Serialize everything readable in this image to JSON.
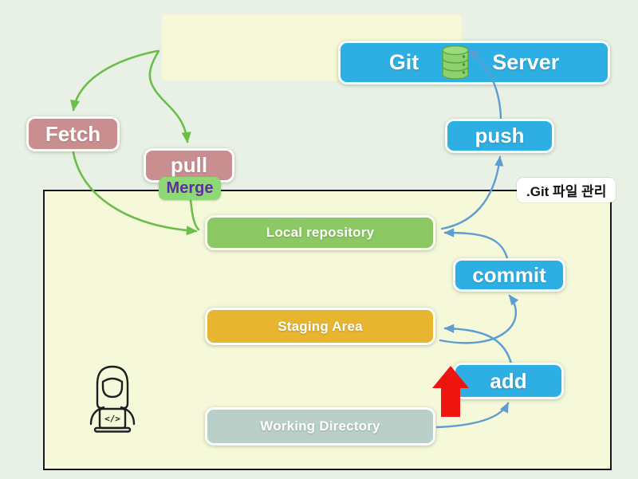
{
  "diagram": {
    "git_server": {
      "git": "Git",
      "server": "Server"
    },
    "nodes": {
      "fetch": "Fetch",
      "pull": "pull",
      "merge": "Merge",
      "push": "push",
      "local_repository": "Local repository",
      "commit": "commit",
      "staging_area": "Staging Area",
      "add": "add",
      "working_directory": "Working Directory"
    },
    "labels": {
      "git_file_management": ".Git 파일 관리"
    },
    "icons": {
      "database": "database-icon",
      "developer": "developer-at-laptop-icon",
      "code_glyph": "</>",
      "red_up_arrow": "red-up-arrow-icon"
    },
    "edges": [
      {
        "from": "Git Server",
        "to": "Fetch",
        "color": "green"
      },
      {
        "from": "Git Server",
        "to": "pull",
        "color": "green"
      },
      {
        "from": "Fetch",
        "to": "Local repository",
        "color": "green"
      },
      {
        "from": "pull/Merge",
        "to": "Local repository",
        "color": "green"
      },
      {
        "from": "Working Directory",
        "to": "add",
        "color": "blue"
      },
      {
        "from": "add",
        "to": "Staging Area",
        "color": "blue"
      },
      {
        "from": "Staging Area",
        "to": "commit",
        "color": "blue"
      },
      {
        "from": "commit",
        "to": "Local repository",
        "color": "blue"
      },
      {
        "from": "Local repository",
        "to": "push",
        "color": "blue"
      },
      {
        "from": "push",
        "to": "Git Server",
        "color": "blue"
      }
    ],
    "colors": {
      "page_bg": "#e9f1e6",
      "container_bg": "#f6f8da",
      "container_border": "#181822",
      "highlight_bg": "#f7f8d8",
      "blue_node": "#2eafe4",
      "rose_node": "#c98e8f",
      "green_node": "#8cc863",
      "gold_node": "#e7b52f",
      "teal_node": "#b9cfc7",
      "merge_bg": "#8fd876",
      "merge_text": "#5f2e9e",
      "green_arrow": "#6abf4b",
      "blue_arrow": "#5b9ecf",
      "red_arrow": "#ee1410"
    }
  }
}
